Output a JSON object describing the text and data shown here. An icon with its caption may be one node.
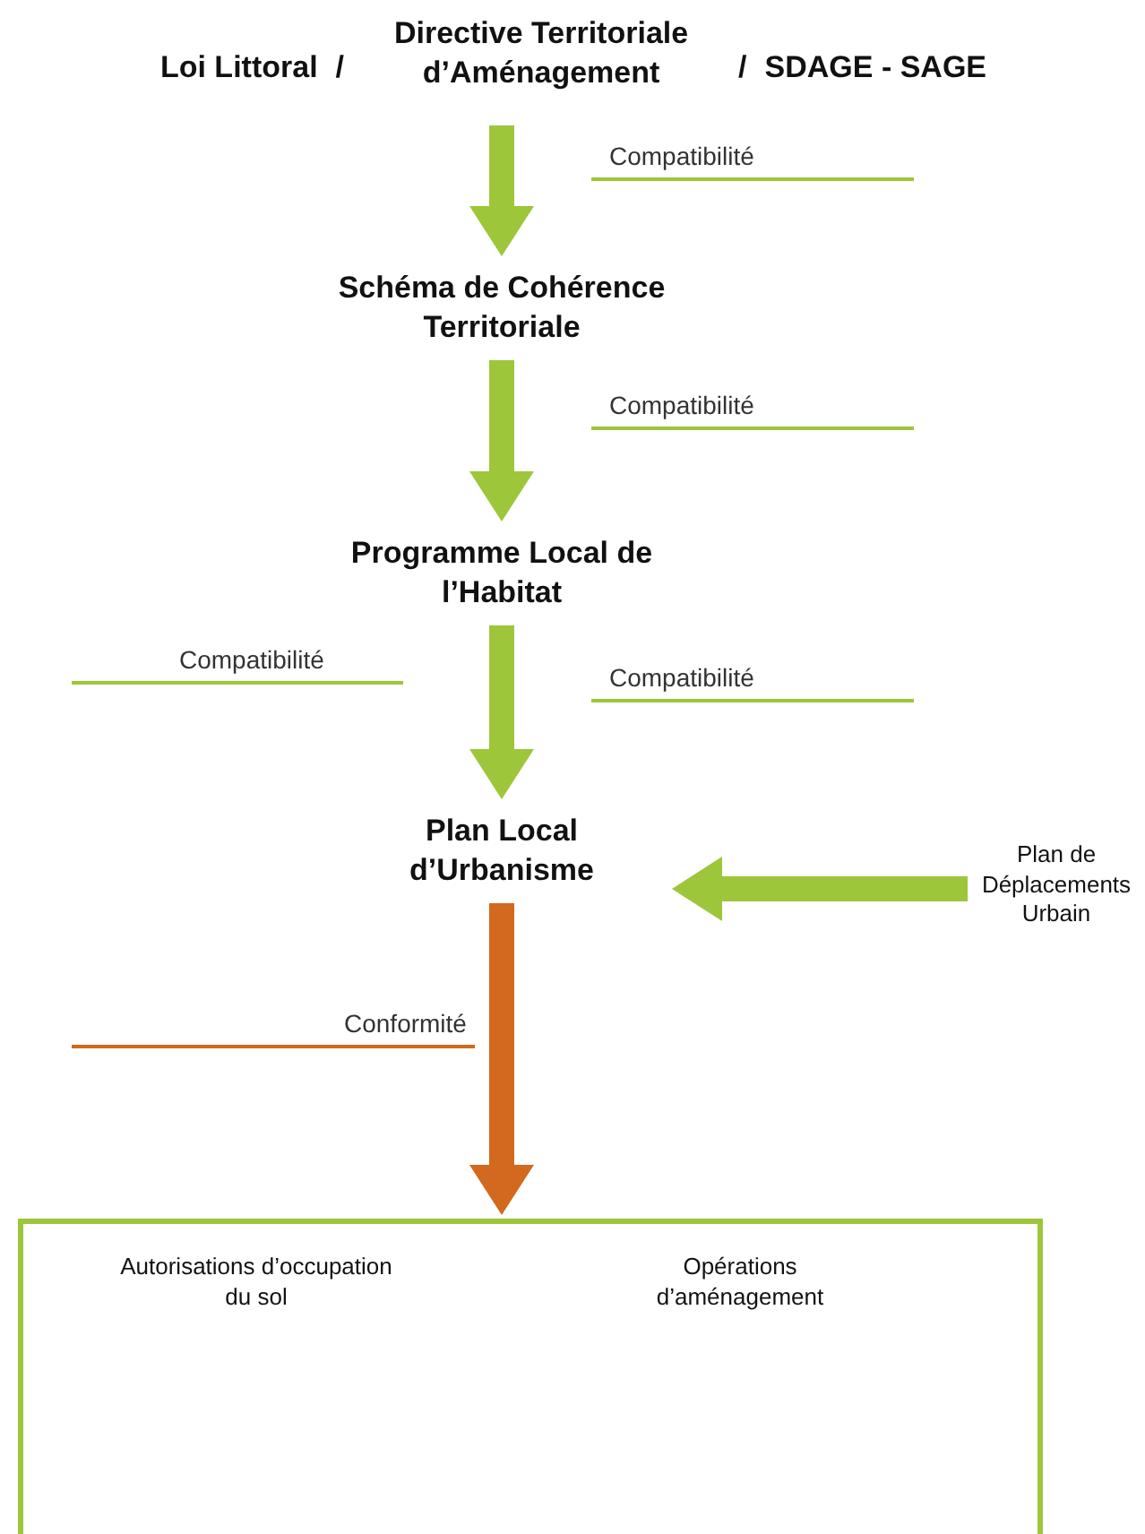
{
  "diagram": {
    "nodes": [
      {
        "text": [
          "Loi Littoral",
          "/",
          "Directive Territoriale d’Aménagement",
          "/",
          "SDAGE - SAGE"
        ]
      },
      {
        "text": [
          "Schéma de Cohérence Territoriale"
        ]
      },
      {
        "text": [
          "Programme Local de l’Habitat"
        ]
      },
      {
        "text": [
          "Plan Local d’Urbanisme"
        ]
      },
      {
        "text": [
          "Plan de Déplacements Urbain"
        ]
      },
      {
        "text": [],
        "shape": "box"
      },
      {
        "text": [
          "Autorisations d’occupation du sol"
        ],
        "in": 5
      },
      {
        "text": [
          "Opérations d’aménagement"
        ],
        "in": 5
      }
    ],
    "edges": [
      {
        "from": 0,
        "to": 1,
        "arrow": "to",
        "label": "Compatibilité"
      },
      {
        "from": 1,
        "to": 2,
        "arrow": "to",
        "label": "Compatibilité"
      },
      {
        "from": 2,
        "to": 3,
        "arrow": "to",
        "label": "Compatibilité"
      },
      {
        "from": 4,
        "to": 3,
        "arrow": "to"
      },
      {
        "from": 3,
        "to": 5,
        "arrow": "to",
        "label": "Conformité",
        "color": "#d2691e"
      }
    ],
    "labels": [
      "Compatibilité"
    ]
  }
}
